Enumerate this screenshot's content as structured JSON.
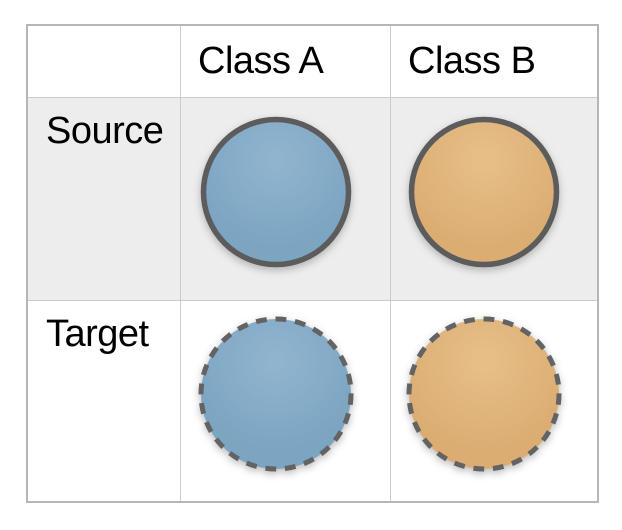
{
  "figure": {
    "headers": {
      "blank": "",
      "class_a": "Class A",
      "class_b": "Class B"
    },
    "rows": {
      "source": {
        "label": "Source",
        "circle_border_style": "solid"
      },
      "target": {
        "label": "Target",
        "circle_border_style": "dashed"
      }
    },
    "circles": {
      "source_class_a": "blue solid circle",
      "source_class_b": "orange solid circle",
      "target_class_a": "blue dashed circle",
      "target_class_b": "orange dashed circle"
    }
  },
  "colors": {
    "class_a_fill": "#7CA5C2",
    "class_a_fill_light": "#91B5CF",
    "class_b_fill": "#DBAD73",
    "class_b_fill_light": "#E7C089",
    "circle_stroke": "#5C5C5C",
    "dash_stroke": "#636363",
    "source_row_bg": "#EDEDED",
    "grid_line": "#CBCBCB",
    "outer_border": "#B6B6B6"
  }
}
